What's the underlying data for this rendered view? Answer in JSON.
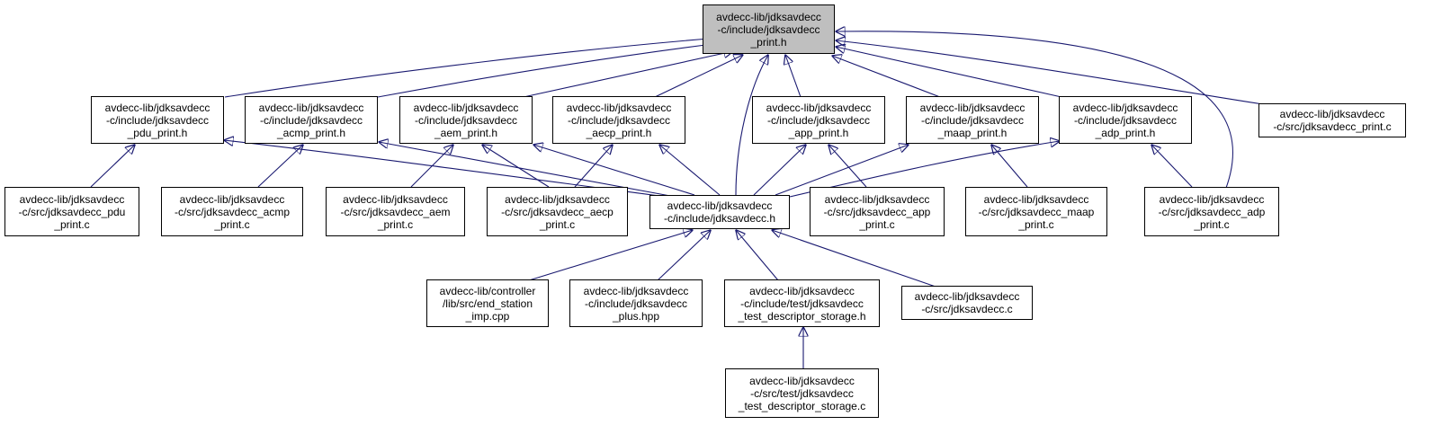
{
  "graph": {
    "colors": {
      "edge": "#191970",
      "root_fill": "#bfbfbf",
      "node_fill": "#ffffff",
      "node_border": "#000000"
    },
    "nodes": {
      "print_h": [
        "avdecc-lib/jdksavdecc",
        "-c/include/jdksavdecc",
        "_print.h"
      ],
      "pdu_print_h": [
        "avdecc-lib/jdksavdecc",
        "-c/include/jdksavdecc",
        "_pdu_print.h"
      ],
      "acmp_print_h": [
        "avdecc-lib/jdksavdecc",
        "-c/include/jdksavdecc",
        "_acmp_print.h"
      ],
      "aem_print_h": [
        "avdecc-lib/jdksavdecc",
        "-c/include/jdksavdecc",
        "_aem_print.h"
      ],
      "aecp_print_h": [
        "avdecc-lib/jdksavdecc",
        "-c/include/jdksavdecc",
        "_aecp_print.h"
      ],
      "app_print_h": [
        "avdecc-lib/jdksavdecc",
        "-c/include/jdksavdecc",
        "_app_print.h"
      ],
      "maap_print_h": [
        "avdecc-lib/jdksavdecc",
        "-c/include/jdksavdecc",
        "_maap_print.h"
      ],
      "adp_print_h": [
        "avdecc-lib/jdksavdecc",
        "-c/include/jdksavdecc",
        "_adp_print.h"
      ],
      "print_c": [
        "avdecc-lib/jdksavdecc",
        "-c/src/jdksavdecc_print.c"
      ],
      "pdu_print_c": [
        "avdecc-lib/jdksavdecc",
        "-c/src/jdksavdecc_pdu",
        "_print.c"
      ],
      "acmp_print_c": [
        "avdecc-lib/jdksavdecc",
        "-c/src/jdksavdecc_acmp",
        "_print.c"
      ],
      "aem_print_c": [
        "avdecc-lib/jdksavdecc",
        "-c/src/jdksavdecc_aem",
        "_print.c"
      ],
      "aecp_print_c": [
        "avdecc-lib/jdksavdecc",
        "-c/src/jdksavdecc_aecp",
        "_print.c"
      ],
      "jdksavdecc_h": [
        "avdecc-lib/jdksavdecc",
        "-c/include/jdksavdecc.h"
      ],
      "app_print_c": [
        "avdecc-lib/jdksavdecc",
        "-c/src/jdksavdecc_app",
        "_print.c"
      ],
      "maap_print_c": [
        "avdecc-lib/jdksavdecc",
        "-c/src/jdksavdecc_maap",
        "_print.c"
      ],
      "adp_print_c": [
        "avdecc-lib/jdksavdecc",
        "-c/src/jdksavdecc_adp",
        "_print.c"
      ],
      "end_station_imp": [
        "avdecc-lib/controller",
        "/lib/src/end_station",
        "_imp.cpp"
      ],
      "plus_hpp": [
        "avdecc-lib/jdksavdecc",
        "-c/include/jdksavdecc",
        "_plus.hpp"
      ],
      "test_storage_h": [
        "avdecc-lib/jdksavdecc",
        "-c/include/test/jdksavdecc",
        "_test_descriptor_storage.h"
      ],
      "jdksavdecc_c": [
        "avdecc-lib/jdksavdecc",
        "-c/src/jdksavdecc.c"
      ],
      "test_storage_c": [
        "avdecc-lib/jdksavdecc",
        "-c/src/test/jdksavdecc",
        "_test_descriptor_storage.c"
      ]
    }
  }
}
